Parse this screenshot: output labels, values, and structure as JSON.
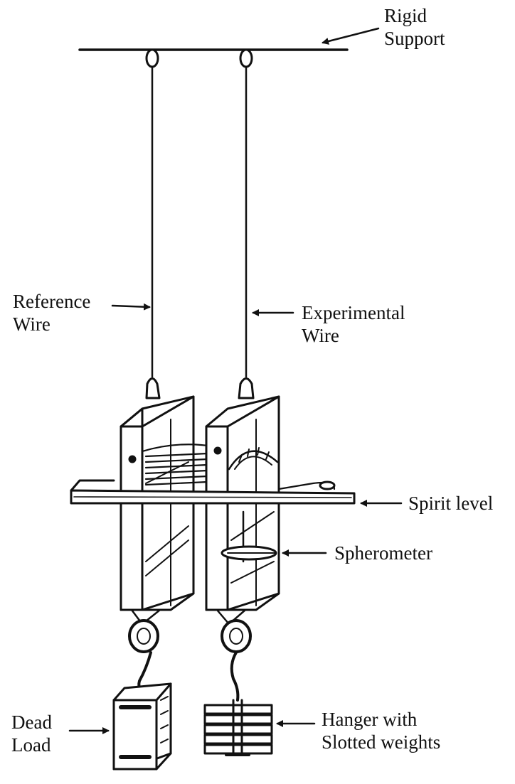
{
  "labels": {
    "rigid_support": [
      "Rigid",
      "Support"
    ],
    "reference_wire": [
      "Reference",
      "Wire"
    ],
    "experimental_wire": [
      "Experimental",
      "Wire"
    ],
    "spirit_level": "Spirit level",
    "spherometer": "Spherometer",
    "dead_load": [
      "Dead",
      "Load"
    ],
    "hanger": [
      "Hanger with",
      "Slotted weights"
    ]
  },
  "colors": {
    "ink": "#111111",
    "paper": "#ffffff"
  }
}
